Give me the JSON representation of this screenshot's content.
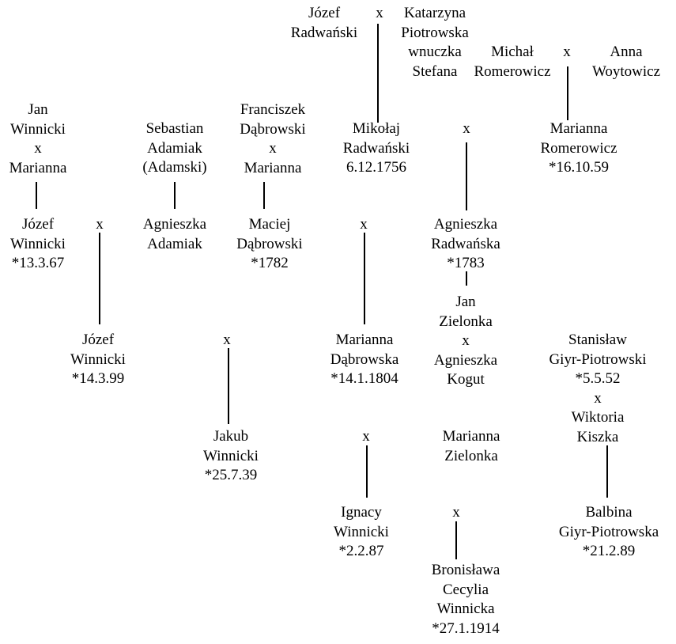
{
  "people": {
    "jozef_radwanski": "Józef\nRadwański",
    "katarzyna_piotrowska": "Katarzyna\nPiotrowska\nwnuczka\nStefana",
    "michal_romerowicz": "Michał\nRomerowicz",
    "anna_woytowicz": "Anna\nWoytowicz",
    "jan_winnicki_marianna": "Jan\nWinnicki\nx\nMarianna",
    "sebastian_adamiak": "Sebastian\nAdamiak\n(Adamski)",
    "franciszek_dabrowski_marianna": "Franciszek\nDąbrowski\nx\nMarianna",
    "mikolaj_radwanski": "Mikołaj\nRadwański\n6.12.1756",
    "marianna_romerowicz": "Marianna\nRomerowicz\n*16.10.59",
    "jozef_winnicki_1": "Józef\nWinnicki\n*13.3.67",
    "agnieszka_adamiak": "Agnieszka\nAdamiak",
    "maciej_dabrowski": "Maciej\nDąbrowski\n*1782",
    "agnieszka_radwanska": "Agnieszka\nRadwańska\n*1783",
    "jan_zielonka_agnieszka_kogut": "Jan\nZielonka\nx\nAgnieszka\nKogut",
    "jozef_winnicki_2": "Józef\nWinnicki\n*14.3.99",
    "marianna_dabrowska": "Marianna\nDąbrowska\n*14.1.1804",
    "stanislaw_giyr_wiktoria_kiszka": "Stanisław\nGiyr-Piotrowski\n*5.5.52\nx\nWiktoria\nKiszka",
    "jakub_winnicki": "Jakub\nWinnicki\n*25.7.39",
    "marianna_zielonka": "Marianna\nZielonka",
    "ignacy_winnicki": "Ignacy\nWinnicki\n*2.2.87",
    "balbina_giyr": "Balbina\nGiyr-Piotrowska\n*21.2.89",
    "bronislawa_winnicka": "Bronisława\nCecylia\nWinnicka\n*27.1.1914"
  },
  "marriage_symbol": "x"
}
